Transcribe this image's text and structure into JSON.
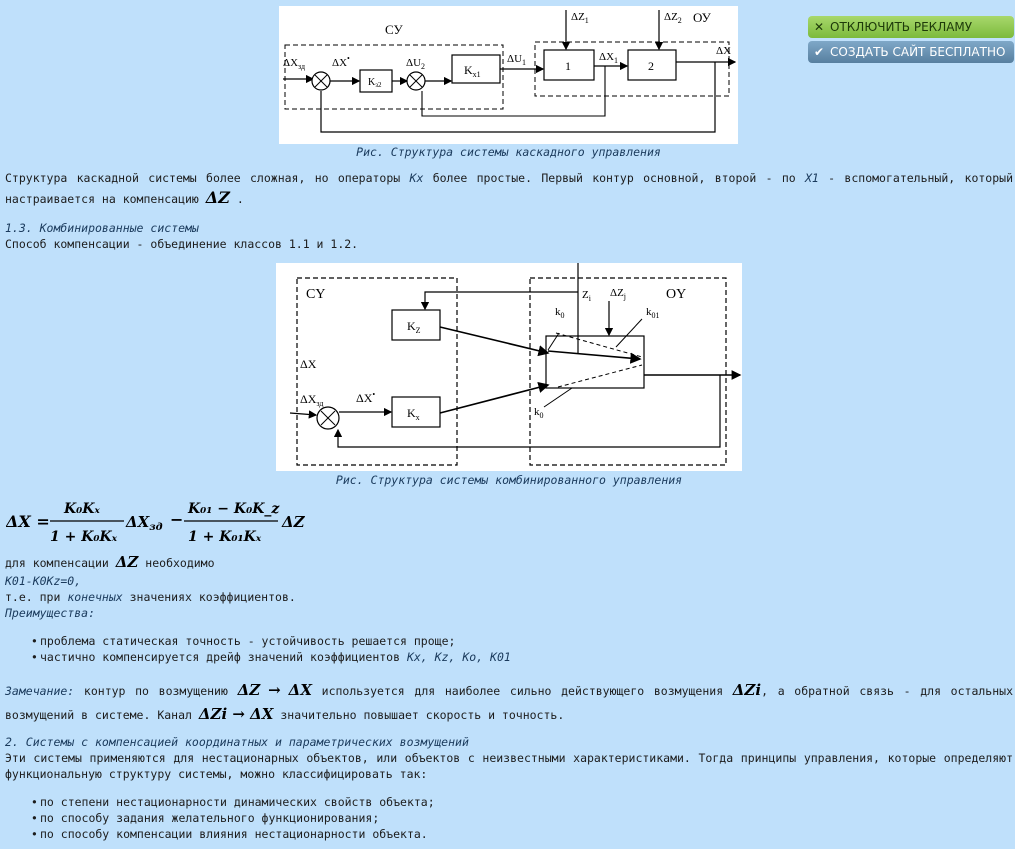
{
  "ads": {
    "disable_label": "ОТКЛЮЧИТЬ РЕКЛАМУ",
    "disable_icon": "x-icon",
    "create_label": "СОЗДАТЬ САЙТ БЕСПЛАТНО",
    "create_icon": "check-icon"
  },
  "figure1": {
    "caption": "Рис. Структура системы каскадного управления",
    "labels": {
      "su": "СУ",
      "ou": "ОУ",
      "dxzd": "ΔX",
      "dxzd_sub": "зд",
      "dxstar": "ΔX",
      "kz2": "K",
      "kz2_sub": "з2",
      "du2": "ΔU",
      "du2_sub": "2",
      "kx1": "K",
      "kx1_sub": "x1",
      "du1": "ΔU",
      "du1_sub": "1",
      "b1": "1",
      "b2": "2",
      "dz1": "ΔZ",
      "dz1_sub": "1",
      "dz2": "ΔZ",
      "dz2_sub": "2",
      "dx1": "ΔX",
      "dx1_sub": "1",
      "dx": "ΔX"
    }
  },
  "para1": {
    "t1": "Структура каскадной системы более сложная, но операторы ",
    "kx": "Kx",
    "t2": " более простые. Первый контур основной, второй - по ",
    "x1": "X1",
    "t3": " - вспомогательный, который настраивается на компенсацию ",
    "dz": "ΔZ",
    "t4": " ."
  },
  "section13": {
    "heading": "1.3. Комбинированные системы",
    "text": "Способ компенсации - объединение классов 1.1 и 1.2."
  },
  "figure2": {
    "caption": "Рис. Структура системы комбинированного управления",
    "labels": {
      "cy": "CY",
      "oy": "OY",
      "dx": "ΔX",
      "dxzd": "ΔX",
      "dxzd_sub": "зд",
      "dxstar": "ΔX",
      "kz": "K",
      "kz_sub": "Z",
      "kx": "K",
      "kx_sub": "x",
      "zi": "Z",
      "zi_sub": "i",
      "dzj": "ΔZ",
      "dzj_sub": "j",
      "k0a": "k",
      "k0a_sub": "0",
      "k01": "k",
      "k01_sub": "01",
      "k0b": "k",
      "k0b_sub": "0"
    }
  },
  "formula": {
    "lhs": "ΔX =",
    "n1": "K₀Kₓ",
    "d1": "1 + K₀Kₓ",
    "mid": "ΔX",
    "mid_sub": "зд",
    "minus": "−",
    "n2": "K₀₁ − K₀K_z",
    "d2": "1 + K₀₁Kₓ",
    "rhs": "ΔZ"
  },
  "comp": {
    "t1": "для компенсации ",
    "dz": "ΔZ",
    "t2": " необходимо",
    "eq": "K01-K0Kz=0,",
    "t3": "т.е. при ",
    "t3i": "конечных",
    "t3b": " значениях коэффициентов.",
    "adv": "Преимущества:"
  },
  "adv_list": [
    {
      "text": "проблема статическая точность - устойчивость решается проще;"
    },
    {
      "text": "частично компенсируется дрейф значений коэффициентов ",
      "italic": "Kx, Kz, Ko, K01"
    }
  ],
  "note": {
    "label": "Замечание:",
    "t1": " контур по возмущению ",
    "f1": "ΔZ → ΔX",
    "t2": " используется для наиболее сильно действующего возмущения ",
    "f2": "ΔZi",
    "t3": ", а обратной связь - для остальных возмущений в системе. Канал ",
    "f3": "ΔZi → ΔX",
    "t4": " значительно повышает скорость и точность."
  },
  "section2": {
    "heading": "2. Системы с компенсацией координатных и параметрических возмущений",
    "text": "Эти системы применяются для нестационарных объектов, или объектов с неизвестными характеристиками. Тогда принципы управления, которые определяют функциональную структуру системы, можно классифицировать так:"
  },
  "class_list": [
    {
      "text": "по степени нестационарности динамических свойств объекта;"
    },
    {
      "text": "по способу задания желательного функционирования;"
    },
    {
      "text": "по способу компенсации влияния нестационарности объекта."
    }
  ]
}
